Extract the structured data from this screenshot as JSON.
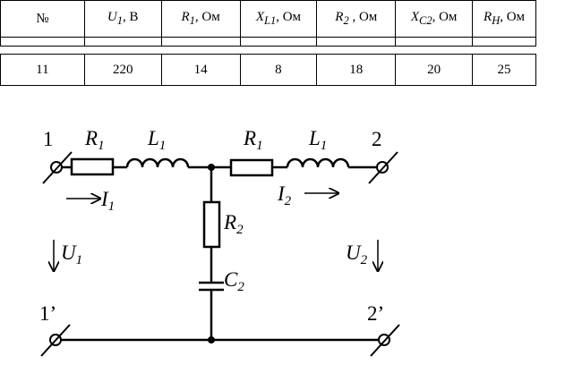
{
  "table": {
    "headers": [
      {
        "main": "№",
        "sub": "",
        "unit": ""
      },
      {
        "main": "U",
        "sub": "1",
        "unit": ", В"
      },
      {
        "main": "R",
        "sub": "1",
        "unit": ", Ом"
      },
      {
        "main": "X",
        "sub": "L1",
        "unit": ", Ом"
      },
      {
        "main": "R",
        "sub": "2",
        "unit": " , Ом"
      },
      {
        "main": "X",
        "sub": "C2",
        "unit": ", Ом"
      },
      {
        "main": "R",
        "sub": "Н",
        "unit": ", Ом"
      }
    ],
    "row": [
      "11",
      "220",
      "14",
      "8",
      "18",
      "20",
      "25"
    ]
  },
  "circuit": {
    "nodes": {
      "n1": "1",
      "n2": "2",
      "n1p": "1’",
      "n2p": "2’"
    },
    "components": {
      "r1_left": {
        "main": "R",
        "sub": "1"
      },
      "l1_left": {
        "main": "L",
        "sub": "1"
      },
      "r1_right": {
        "main": "R",
        "sub": "1"
      },
      "l1_right": {
        "main": "L",
        "sub": "1"
      },
      "r2": {
        "main": "R",
        "sub": "2"
      },
      "c2": {
        "main": "C",
        "sub": "2"
      }
    },
    "currents": {
      "i1": {
        "main": "I",
        "sub": "1"
      },
      "i2": {
        "main": "I",
        "sub": "2"
      }
    },
    "voltages": {
      "u1": {
        "main": "U",
        "sub": "1"
      },
      "u2": {
        "main": "U",
        "sub": "2"
      }
    }
  }
}
